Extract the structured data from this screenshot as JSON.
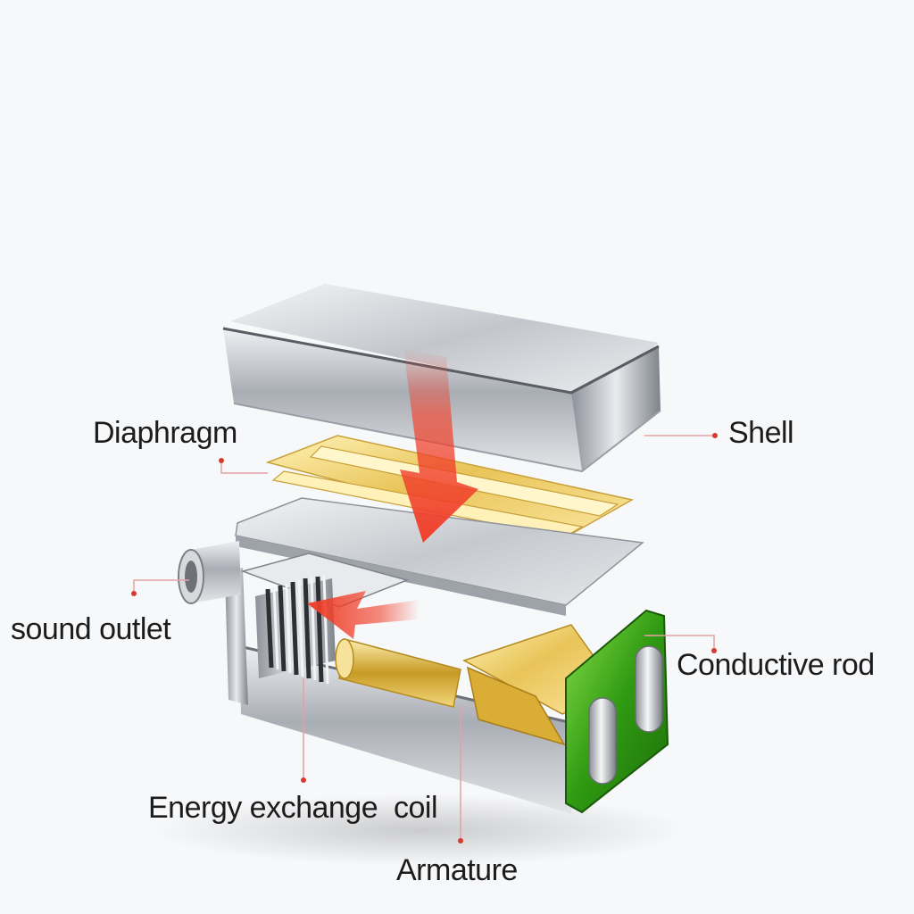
{
  "labels": {
    "diaphragm": "Diaphragm",
    "shell": "Shell",
    "sound_outlet": "sound outlet",
    "conductive_rod": "Conductive rod",
    "energy_exchange_coil": "Energy exchange  coil",
    "armature": "Armature"
  },
  "colors": {
    "background": "#f7f8fa",
    "leader_line": "#e4a1a1",
    "leader_dot": "#d63a2f",
    "arrow": "#f0402a",
    "metal": "#c9ccd2",
    "gold": "#e6c45a",
    "green_terminal": "#3fae1a"
  }
}
